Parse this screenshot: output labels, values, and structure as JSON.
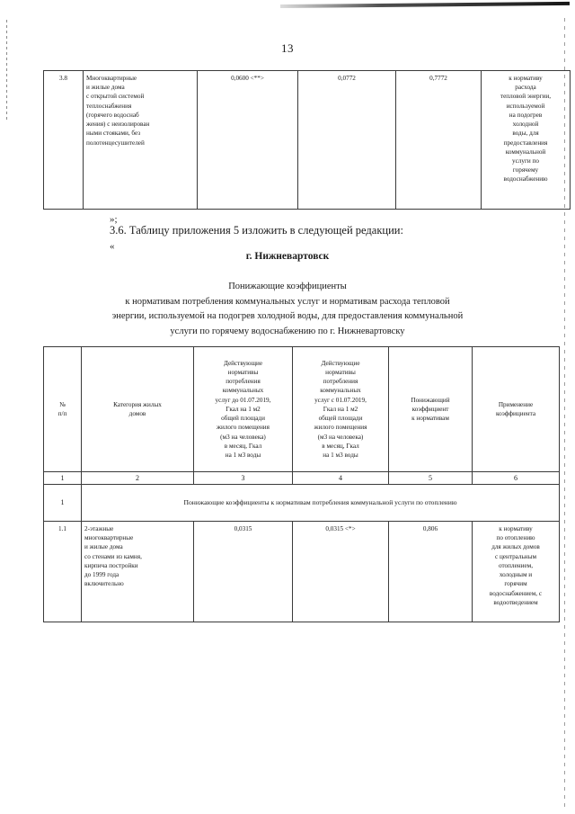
{
  "page": {
    "number": "13"
  },
  "top_table": {
    "row": {
      "number": "3.8",
      "category": "Многоквартирные\nи жилые дома\nс открытой системой\nтеплоснабжения\n(горячего водоснаб\nжения) с неизолирован\nными стояками, без\nполотенцесушителей",
      "norm_before": "0,0600 <**>",
      "norm_after": "0,0772",
      "coefficient": "0,7772",
      "application": "к нормативу\nрасхода\nтепловой энергии,\nиспользуемой\nна подогрев\nхолодной\nводы, для\nпредоставления\nкоммунальной\nуслуги по\nгорячему\nводоснабжению"
    }
  },
  "interstitial": {
    "quote_close": "»;",
    "clause": "3.6. Таблицу приложения 5 изложить в следующей редакции:",
    "quote_open": "«",
    "city": "г. Нижневартовск",
    "title": "Понижающие коэффициенты",
    "subtitle_lines": [
      "к нормативам потребления коммунальных услуг и нормативам расхода тепловой",
      "энергии, используемой на подогрев холодной воды, для предоставления коммунальной",
      "услуги по горячему водоснабжению по г. Нижневартовску"
    ]
  },
  "main_table": {
    "headers": {
      "col1": "№\nп/п",
      "col2": "Категория жилых\nдомов",
      "col3": "Действующие\nнормативы\nпотребления\nкоммунальных\nуслуг до 01.07.2019,\nГкал на 1 м2\nобщей площади\nжилого помещения\n(м3 на человека)\nв месяц, Гкал\nна 1 м3 воды",
      "col4": "Действующие\nнормативы\nпотребления\nкоммунальных\nуслуг с 01.07.2019,\nГкал на 1 м2\nобщей площади\nжилого помещения\n(м3 на человека)\nв месяц, Гкал\nна 1 м3 воды",
      "col5": "Понижающий\nкоэффициент\nк нормативам",
      "col6": "Применение\nкоэффициента"
    },
    "column_numbers": [
      "1",
      "2",
      "3",
      "4",
      "5",
      "6"
    ],
    "section_row": {
      "number": "1",
      "title": "Понижающие коэффициенты к нормативам потребления коммунальной услуги по отоплению"
    },
    "rows": [
      {
        "number": "1.1",
        "category": "2-этажные\nмногоквартирные\nи жилые дома\nсо стенами из камня,\nкирпича постройки\nдо 1999 года\nвключительно",
        "norm_before": "0,0315",
        "norm_after": "0,0315 <*>",
        "coefficient": "0,806",
        "application": "к нормативу\nпо отоплению\nдля жилых домов\nс центральным\nотоплением,\nхолодным и\nгорячим\nводоснабжением, с\nводоотведением"
      }
    ]
  }
}
